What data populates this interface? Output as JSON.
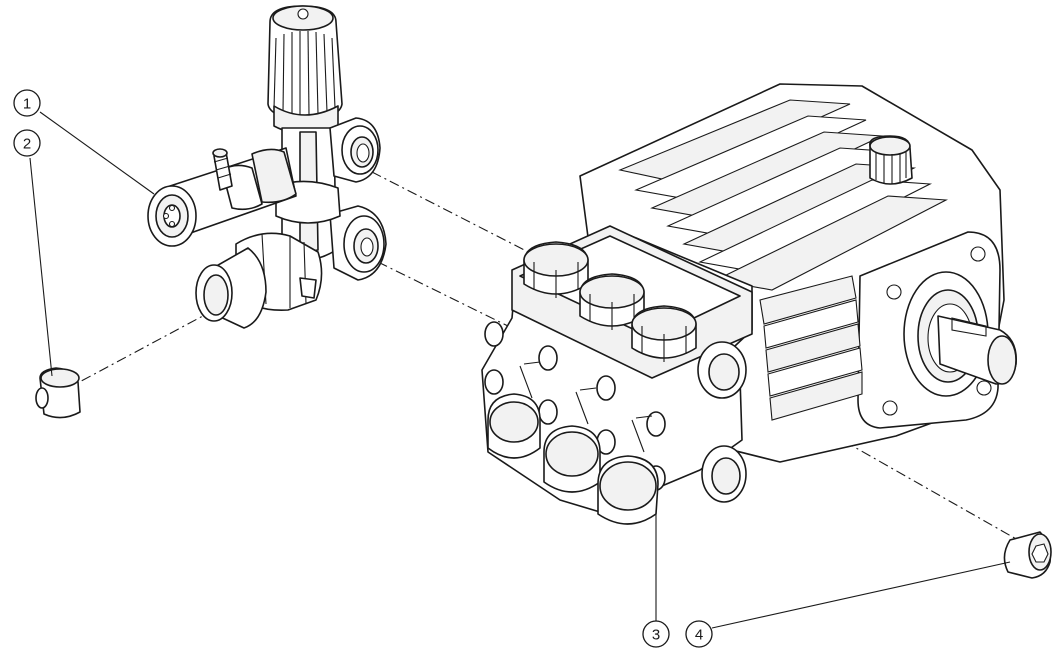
{
  "callouts": [
    {
      "id": "1",
      "label": "1"
    },
    {
      "id": "2",
      "label": "2"
    },
    {
      "id": "3",
      "label": "3"
    },
    {
      "id": "4",
      "label": "4"
    }
  ],
  "icons": [
    "unloader-valve-icon",
    "pump-body-icon",
    "plug-cap-icon",
    "sleeve-nut-icon"
  ],
  "colors": {
    "line": "#1a1a1a",
    "background": "#ffffff"
  }
}
